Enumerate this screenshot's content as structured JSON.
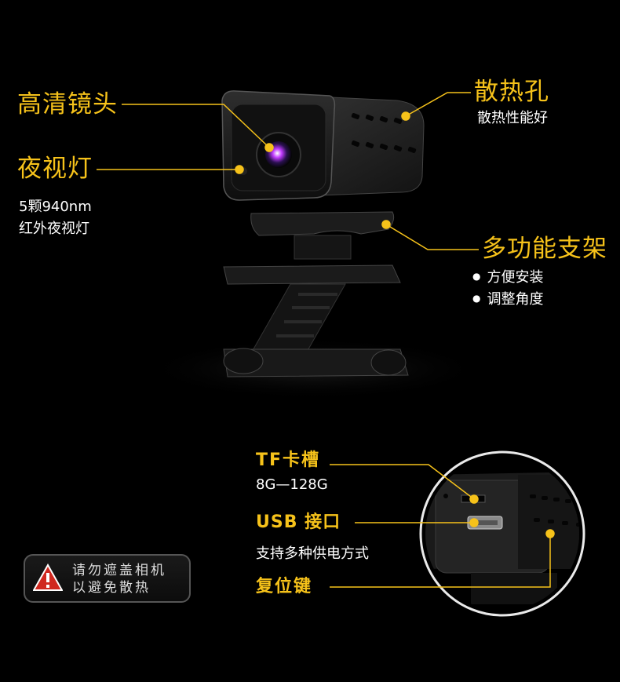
{
  "colors": {
    "accent": "#f6c21a",
    "background": "#000000"
  },
  "features": {
    "lens": {
      "title": "高清镜头"
    },
    "night_light": {
      "title": "夜视灯",
      "desc_line1": "5颗940nm",
      "desc_line2": "红外夜视灯"
    },
    "heat": {
      "title": "散热孔",
      "desc": "散热性能好"
    },
    "stand": {
      "title": "多功能支架",
      "bullet1": "方便安装",
      "bullet2": "调整角度"
    },
    "tf": {
      "title": "TF卡槽",
      "desc": "8G—128G"
    },
    "usb": {
      "title": "USB 接口",
      "desc": "支持多种供电方式"
    },
    "reset": {
      "title": "复位键"
    }
  },
  "warning": {
    "line1": "请勿遮盖相机",
    "line2": "以避免散热",
    "icon": "warning-triangle-icon"
  }
}
